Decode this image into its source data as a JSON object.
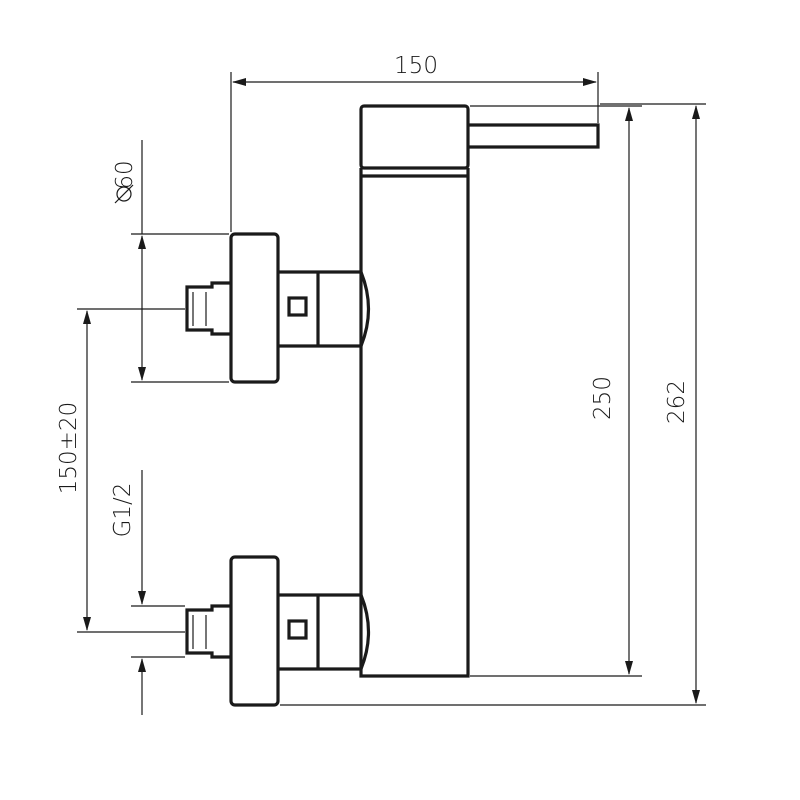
{
  "drawing": {
    "dimensions": {
      "top_width": "150",
      "diameter": "60",
      "spacing": "150±20",
      "thread": "G1/2",
      "body_height": "250",
      "total_height": "262"
    },
    "colors": {
      "line": "#1a1a1a",
      "background": "#ffffff"
    }
  }
}
